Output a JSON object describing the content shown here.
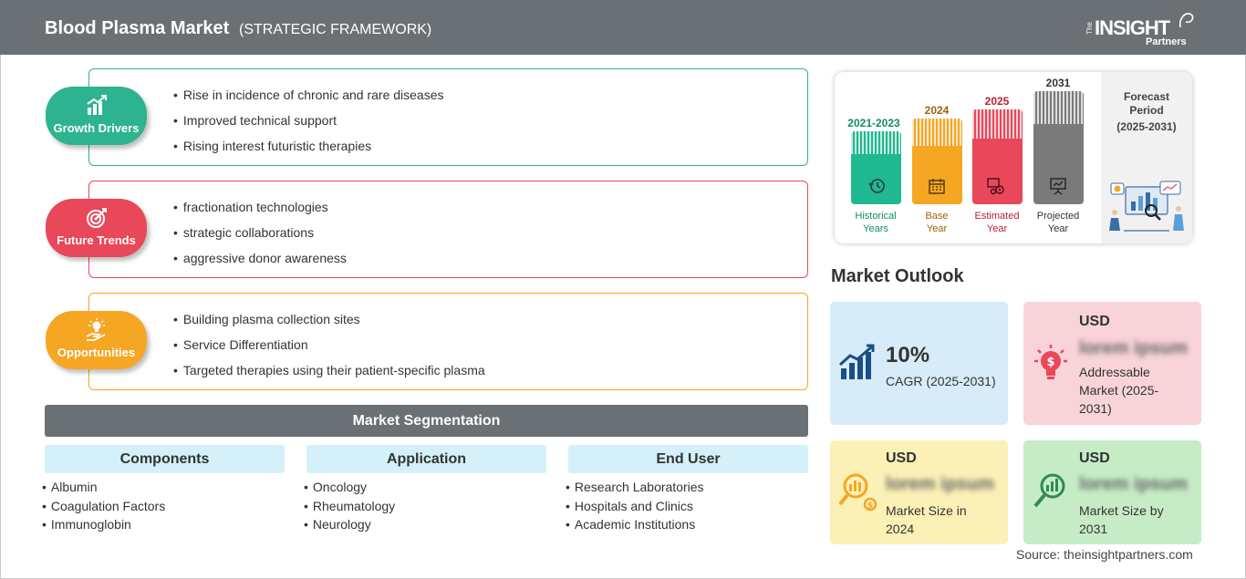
{
  "header": {
    "title": "Blood Plasma Market",
    "subtitle": "(STRATEGIC FRAMEWORK)",
    "logo_the": "The",
    "logo_main": "INSIGHT",
    "logo_partners": "Partners"
  },
  "themes": [
    {
      "label": "Growth Drivers",
      "color": "#2db38f",
      "icon": "growth-chart-icon",
      "items": [
        "Rise in incidence of chronic and rare diseases",
        "Improved technical support",
        "Rising interest futuristic therapies"
      ]
    },
    {
      "label": "Future Trends",
      "color": "#e9475a",
      "icon": "target-icon",
      "items": [
        "fractionation technologies",
        "strategic collaborations",
        "aggressive donor awareness"
      ]
    },
    {
      "label": "Opportunities",
      "color": "#f5a623",
      "icon": "idea-hand-icon",
      "items": [
        "Building plasma collection sites",
        "Service Differentiation",
        "Targeted therapies using their patient-specific plasma"
      ]
    }
  ],
  "segmentation": {
    "title": "Market Segmentation",
    "columns": [
      {
        "heading": "Components",
        "items": [
          "Albumin",
          "Coagulation Factors",
          "Immunoglobin"
        ]
      },
      {
        "heading": "Application",
        "items": [
          "Oncology",
          "Rheumatology",
          "Neurology"
        ]
      },
      {
        "heading": "End User",
        "items": [
          "Research Laboratories",
          "Hospitals and Clinics",
          "Academic Institutions"
        ]
      }
    ]
  },
  "timeline": {
    "periods": [
      {
        "year": "2021-2023",
        "label_line1": "Historical",
        "label_line2": "Years",
        "color": "#1fb890",
        "text_color": "#138a6a",
        "icon": "history-clock-icon"
      },
      {
        "year": "2024",
        "label_line1": "Base",
        "label_line2": "Year",
        "color": "#f5a623",
        "text_color": "#a0620f",
        "icon": "calendar-icon"
      },
      {
        "year": "2025",
        "label_line1": "Estimated",
        "label_line2": "Year",
        "color": "#e9475a",
        "text_color": "#b8213a",
        "icon": "estimate-gears-icon"
      },
      {
        "year": "2031",
        "label_line1": "Projected",
        "label_line2": "Year",
        "color": "#7a7a7a",
        "text_color": "#333333",
        "icon": "presentation-board-icon"
      }
    ],
    "forecast_title_line1": "Forecast",
    "forecast_title_line2": "Period",
    "forecast_range": "(2025-2031)"
  },
  "outlook": {
    "title": "Market Outlook",
    "cards": [
      {
        "big": "10%",
        "text_line1": "CAGR (2025-2031)",
        "color": "#d7ecf8",
        "icon": "growth-bars-icon"
      },
      {
        "usd": "USD",
        "blur": "lorem ipsum",
        "text_line1": "Addressable",
        "text_line2": "Market (2025-",
        "text_line3": "2031)",
        "color": "#f8d3d8",
        "icon": "dollar-bulb-icon"
      },
      {
        "usd": "USD",
        "blur": "lorem ipsum",
        "text_line1": "Market Size in",
        "text_line2": "2024",
        "color": "#fbf1b6",
        "icon": "magnifier-coins-icon"
      },
      {
        "usd": "USD",
        "blur": "lorem ipsum",
        "text_line1": "Market Size by",
        "text_line2": "2031",
        "color": "#c6ecc6",
        "icon": "magnifier-chart-icon"
      }
    ]
  },
  "source": "Source: theinsightpartners.com"
}
